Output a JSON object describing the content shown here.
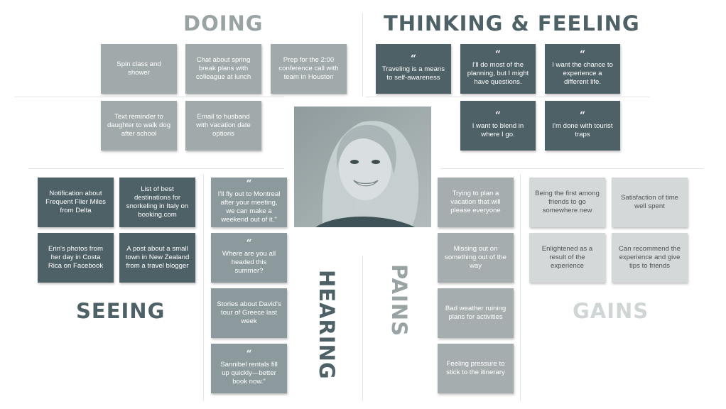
{
  "headings": {
    "doing": "DOING",
    "thinking": "THINKING & FEELING",
    "seeing": "SEEING",
    "hearing": "HEARING",
    "pains": "PAINS",
    "gains": "GAINS"
  },
  "colors": {
    "doing_heading": "#9aa3a4",
    "thinking_heading": "#4e6166",
    "seeing_heading": "#4e6166",
    "hearing_heading": "#4e6166",
    "pains_heading": "#9aa3a4",
    "gains_heading": "#d0d5d6"
  },
  "doing": [
    "Spin class and shower",
    "Chat about spring break plans with colleague at lunch",
    "Prep for the 2:00 conference call with team in Houston",
    "Text reminder to daughter to walk dog after school",
    "Email to husband with vacation date options"
  ],
  "thinking": [
    "Traveling is a means to self-awareness",
    "I'll do most of the planning, but I might have questions.",
    "I want the chance to experience a different life.",
    "I want to blend in where I go.",
    "I'm done with tourist traps"
  ],
  "seeing": [
    "Notification about Frequent Flier Miles from Delta",
    "List of best destinations for snorkeling in Italy on booking.com",
    "Erin's photos from her day in Costa Rica on Facebook",
    "A post about a small town in New Zealand from a travel blogger"
  ],
  "hearing": [
    "I'll fly out to Montreal after your meeting, we can make a weekend out of it.\"",
    "Where are you all headed this summer?",
    "Stories about David's tour of Greece last week",
    "Sannibel rentals fill up quickly—better book now.\""
  ],
  "pains": [
    "Trying to plan a vacation that will please everyone",
    "Missing out on something out of the way",
    "Bad weather ruining plans for activities",
    "Feeling pressure to stick to the itinerary"
  ],
  "gains": [
    "Being the first among friends to go somewhere new",
    "Satisfaction of time well spent",
    "Enlightened as a result of the experience",
    "Can recommend the experience and give tips to friends"
  ],
  "quote_mark": "“"
}
